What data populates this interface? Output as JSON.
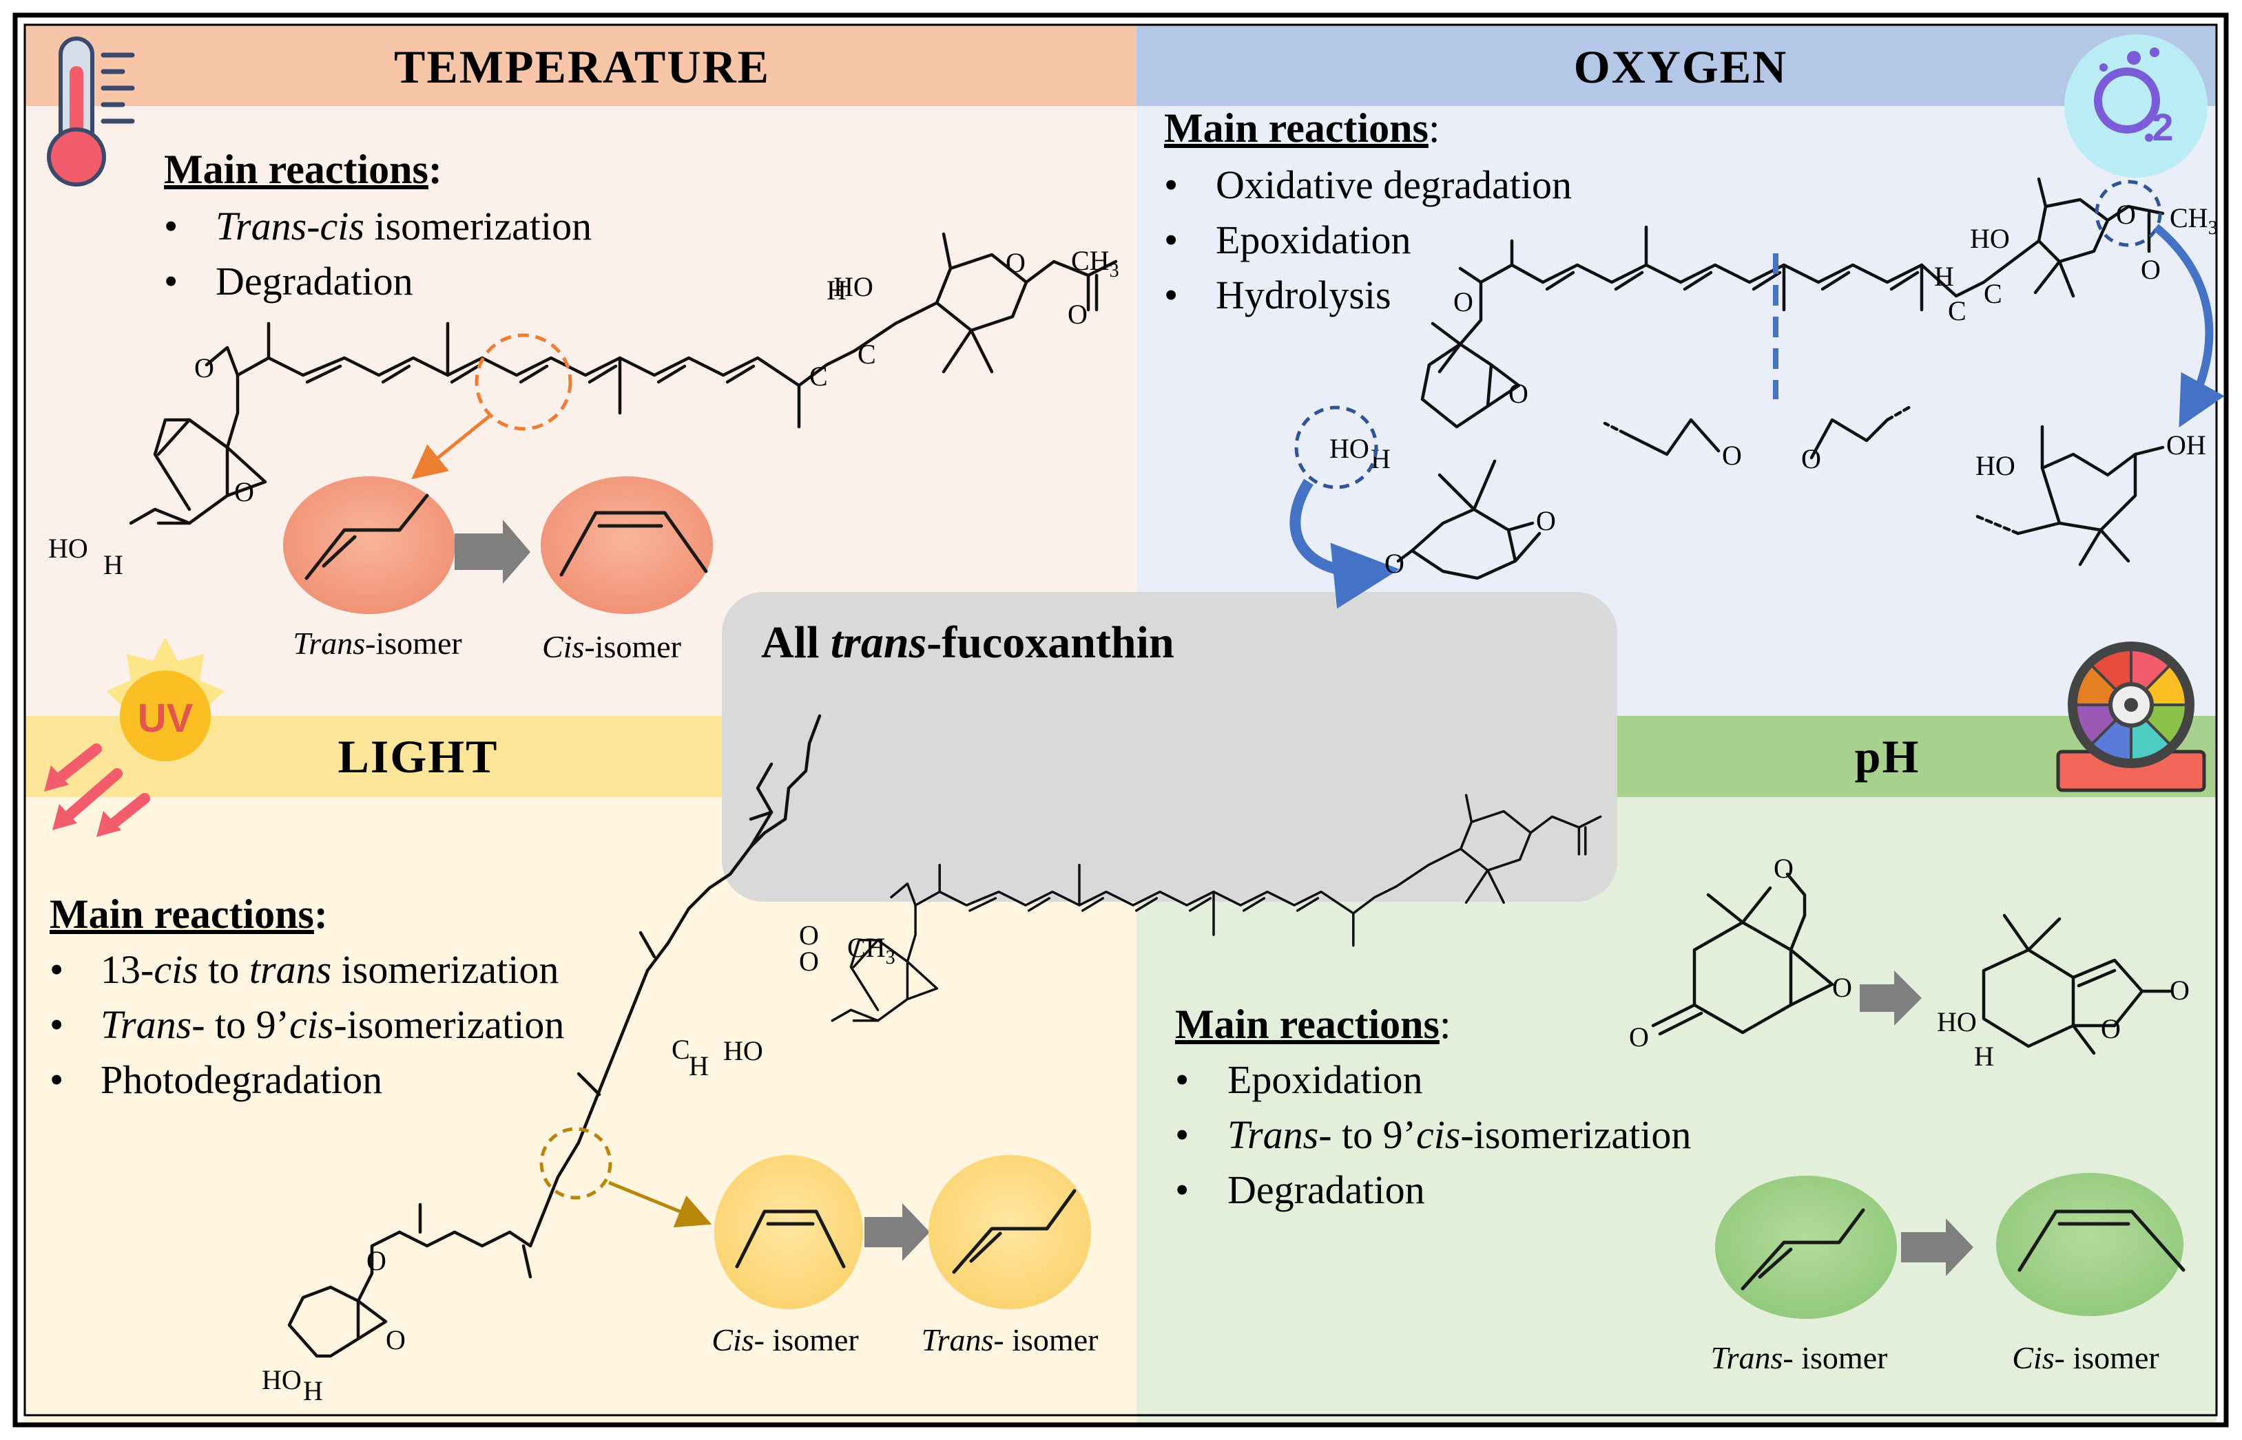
{
  "center": {
    "title_prefix": "All ",
    "title_italic": "trans",
    "title_suffix": "-fucoxanthin"
  },
  "temperature": {
    "header": "TEMPERATURE",
    "main_reactions_label": "Main reactions",
    "colon": ":",
    "bullets": [
      {
        "italic": "Trans-cis",
        "text": " isomerization"
      },
      {
        "italic": "",
        "text": "Degradation"
      }
    ],
    "trans_caption_italic": "Trans",
    "trans_caption_rest": "-isomer",
    "cis_caption_italic": "Cis",
    "cis_caption_rest": "-isomer"
  },
  "oxygen": {
    "header": "OXYGEN",
    "main_reactions_label": "Main reactions",
    "colon": ":",
    "bullets": [
      "Oxidative degradation",
      "Epoxidation",
      "Hydrolysis"
    ],
    "icon_text": "O",
    "icon_sub": "2"
  },
  "light": {
    "header": "LIGHT",
    "uv_label": "UV",
    "main_reactions_label": "Main reactions",
    "colon": ":",
    "bullets": [
      {
        "a": "13-",
        "ai": "cis",
        "b": " to ",
        "bi": "trans",
        "c": " isomerization"
      },
      {
        "a": "",
        "ai": "Trans",
        "b": "- to 9’",
        "bi": "cis",
        "c": "-isomerization"
      },
      {
        "a": "Photodegradation",
        "ai": "",
        "b": "",
        "bi": "",
        "c": ""
      }
    ],
    "cis_caption_italic": "Cis",
    "cis_caption_rest": "- isomer",
    "trans_caption_italic": "Trans",
    "trans_caption_rest": "- isomer"
  },
  "ph": {
    "header": "pH",
    "main_reactions_label": "Main reactions",
    "colon": ":",
    "bullets": [
      {
        "a": "Epoxidation",
        "ai": "",
        "b": ""
      },
      {
        "a": "",
        "ai": "Trans",
        "b": "- to 9’",
        "bi": "cis",
        "c": "-isomerization"
      },
      {
        "a": "Degradation",
        "ai": "",
        "b": ""
      }
    ],
    "trans_caption_italic": "Trans",
    "trans_caption_rest": "- isomer",
    "cis_caption_italic": "Cis",
    "cis_caption_rest": "- isomer"
  },
  "atoms": {
    "O": "O",
    "HO": "HO",
    "H": "H",
    "C": "C",
    "CH3": "CH",
    "three": "3",
    "OH": "OH"
  },
  "colors": {
    "temperature_header": "#f7c6a8",
    "temperature_bg": "#fcf0ea",
    "oxygen_header": "#b4c7e7",
    "oxygen_bg": "#e9eef8",
    "light_header": "#fde599",
    "light_bg": "#fff5e1",
    "ph_header": "#a9d18e",
    "ph_bg": "#e3eedb",
    "center_box": "#d9d9d9",
    "orange_accent": "#ed7d31",
    "blue_accent": "#4472c4",
    "gold_accent": "#b8860b",
    "arrow_gray": "#7f7f7f"
  }
}
